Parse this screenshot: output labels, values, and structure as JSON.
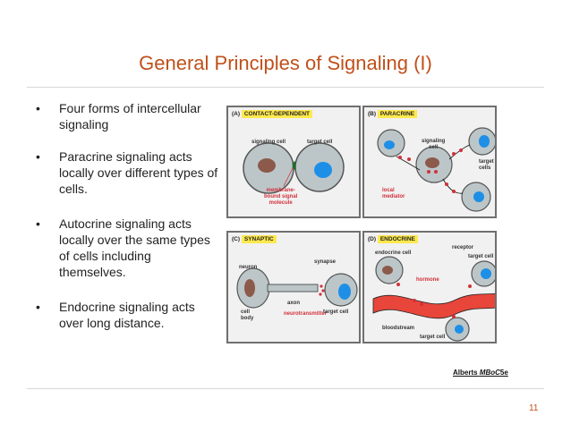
{
  "slide": {
    "title": "General Principles of Signaling (I)",
    "bullets": [
      "Four forms of intercellular signaling",
      "Paracrine signaling acts locally over different types of cells.",
      "Autocrine signaling acts locally over the same types of cells including themselves.",
      "Endocrine signaling acts over long distance."
    ],
    "bullet_symbol": "•",
    "page_number": "11",
    "citation": {
      "prefix": "Alberts ",
      "italic": "MBoC",
      "suffix": "5e"
    }
  },
  "figure": {
    "panel_a": {
      "letter": "(A)",
      "title": "CONTACT-DEPENDENT",
      "labels": {
        "signaling_cell": "signaling cell",
        "target_cell": "target cell",
        "molecule": "membrane-\nbound signal\nmolecule"
      }
    },
    "panel_b": {
      "letter": "(B)",
      "title": "PARACRINE",
      "labels": {
        "signaling_cell": "signaling\ncell",
        "target_cells": "target\ncells",
        "mediator": "local\nmediator"
      }
    },
    "panel_c": {
      "letter": "(C)",
      "title": "SYNAPTIC",
      "labels": {
        "neuron": "neuron",
        "synapse": "synapse",
        "axon": "axon",
        "cell_body": "cell\nbody",
        "neurotransmitter": "neurotransmitter",
        "target_cell": "target cell"
      }
    },
    "panel_d": {
      "letter": "(D)",
      "title": "ENDOCRINE",
      "labels": {
        "endocrine_cell": "endocrine cell",
        "receptor": "receptor",
        "target_cell_top": "target cell",
        "hormone": "hormone",
        "bloodstream": "bloodstream",
        "target_cell_bottom": "target cell"
      }
    },
    "colors": {
      "cell_fill": "#bcc6c8",
      "nucleus": "#8b5a4a",
      "target_nucleus": "#1e8fe6",
      "signal_red": "#d2303a",
      "receptor_green": "#1f6e2a",
      "blood": "#e8463a",
      "tag": "#ffe94d"
    }
  }
}
